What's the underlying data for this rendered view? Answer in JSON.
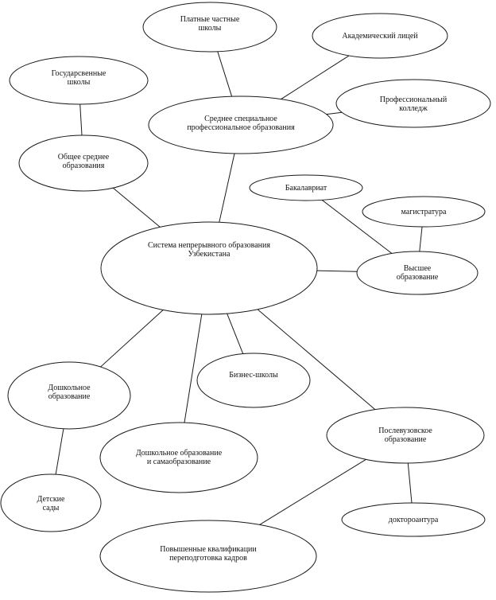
{
  "nodes": [
    {
      "id": "center",
      "lines": [
        "Система непрерывного образования",
        "Узбекистана"
      ]
    },
    {
      "id": "general",
      "lines": [
        "Общее среднее",
        "образования"
      ]
    },
    {
      "id": "state-schools",
      "lines": [
        "Государсвенные",
        "школы"
      ]
    },
    {
      "id": "secondary-special",
      "lines": [
        "Среднее специальное",
        "профессиональное образования"
      ]
    },
    {
      "id": "private-schools",
      "lines": [
        "Платные частные",
        "школы"
      ]
    },
    {
      "id": "lyceum",
      "lines": [
        "Академический лицей"
      ]
    },
    {
      "id": "college",
      "lines": [
        "Профессиональный",
        "колледж"
      ]
    },
    {
      "id": "bachelor",
      "lines": [
        "Бакалавриат"
      ]
    },
    {
      "id": "master",
      "lines": [
        "магистратура"
      ]
    },
    {
      "id": "higher",
      "lines": [
        "Высшее",
        "образование"
      ]
    },
    {
      "id": "preschool",
      "lines": [
        "Дошкольное",
        "образование"
      ]
    },
    {
      "id": "kindergartens",
      "lines": [
        "Детские",
        "сады"
      ]
    },
    {
      "id": "self-education",
      "lines": [
        "Дошкольное образование",
        "и самаобразование"
      ]
    },
    {
      "id": "business",
      "lines": [
        "Бизнес-школы"
      ]
    },
    {
      "id": "postgraduate",
      "lines": [
        "Послевузовское",
        "образование"
      ]
    },
    {
      "id": "doctorate",
      "lines": [
        "доктороантура"
      ]
    },
    {
      "id": "qualification",
      "lines": [
        "Повышенные квалификации",
        "переподготовка кадров"
      ]
    }
  ],
  "edges": [
    [
      "state-schools",
      "general"
    ],
    [
      "general",
      "center"
    ],
    [
      "private-schools",
      "secondary-special"
    ],
    [
      "lyceum",
      "secondary-special"
    ],
    [
      "college",
      "secondary-special"
    ],
    [
      "secondary-special",
      "center"
    ],
    [
      "bachelor",
      "higher"
    ],
    [
      "master",
      "higher"
    ],
    [
      "center",
      "higher"
    ],
    [
      "center",
      "preschool"
    ],
    [
      "preschool",
      "kindergartens"
    ],
    [
      "center",
      "self-education"
    ],
    [
      "center",
      "business"
    ],
    [
      "center",
      "postgraduate"
    ],
    [
      "postgraduate",
      "doctorate"
    ],
    [
      "postgraduate",
      "qualification"
    ]
  ]
}
